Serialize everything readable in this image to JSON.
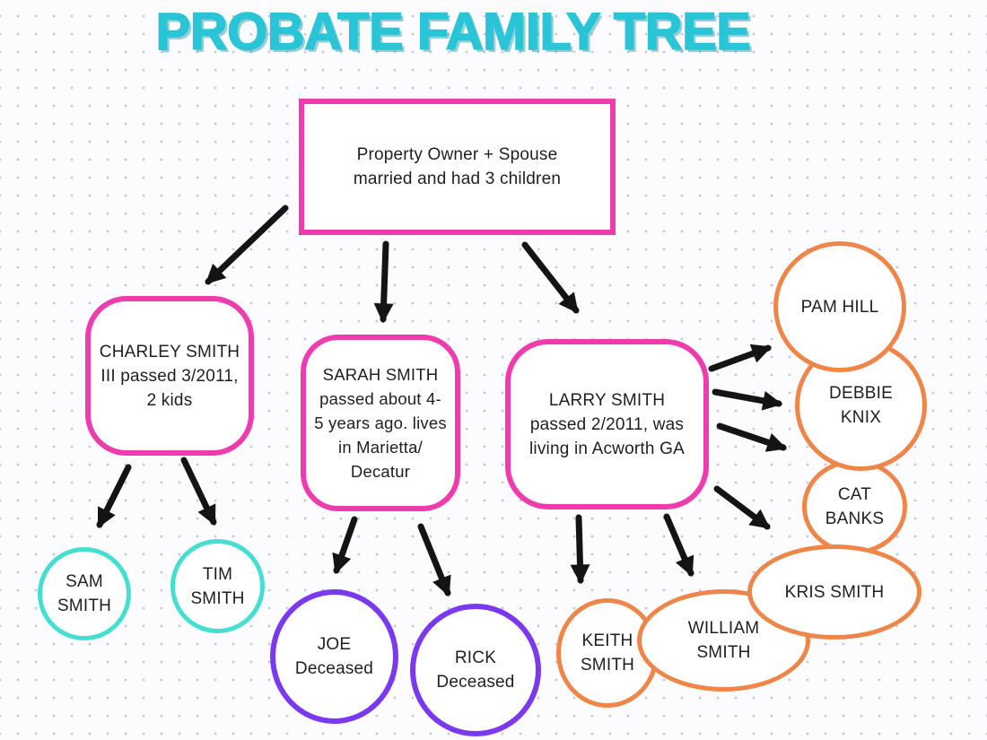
{
  "title": "PROBATE FAMILY TREE",
  "colors": {
    "background": "#fcfcfe",
    "grid_dot": "#c3c9dd",
    "title": "#2ac4d7",
    "pink": "#ee3caf",
    "cyan": "#45dfd2",
    "purple": "#7a39ee",
    "orange": "#ef8649",
    "arrow": "#141414",
    "text": "#1f1f1f"
  },
  "nodes": {
    "root": {
      "label": "Property Owner + Spouse\nmarried and had 3 children"
    },
    "charley": {
      "label": "CHARLEY SMITH\nIII passed 3/2011,\n2 kids"
    },
    "sarah": {
      "label": "SARAH SMITH\npassed about 4-\n5 years ago. lives\nin Marietta/\nDecatur"
    },
    "larry": {
      "label": "LARRY SMITH\npassed 2/2011, was\nliving in Acworth GA"
    },
    "sam": {
      "label": "SAM\nSMITH"
    },
    "tim": {
      "label": "TIM\nSMITH"
    },
    "joe": {
      "label": "JOE\nDeceased"
    },
    "rick": {
      "label": "RICK\nDeceased"
    },
    "keith": {
      "label": "KEITH\nSMITH"
    },
    "william": {
      "label": "WILLIAM\nSMITH"
    },
    "kris": {
      "label": "KRIS SMITH"
    },
    "cat": {
      "label": "CAT\nBANKS"
    },
    "debbie": {
      "label": "DEBBIE\nKNIX"
    },
    "pam": {
      "label": "PAM HILL"
    }
  }
}
